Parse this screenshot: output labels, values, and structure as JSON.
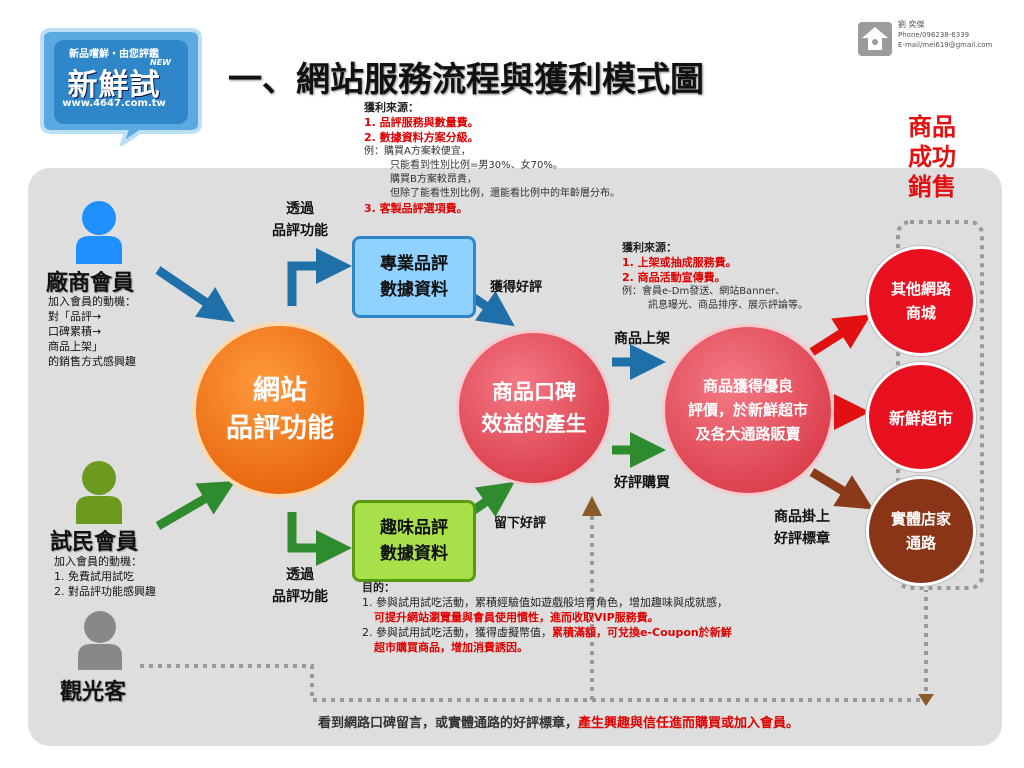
{
  "logo": {
    "line1": "新品嚐鮮・由您評鑑",
    "new_tag": "NEW",
    "brand": "新鮮試",
    "url": "www.4647.com.tw"
  },
  "title": "一、網站服務流程與獲利模式圖",
  "contact": {
    "name": "劉 奕傑",
    "phone": "Phone/096238-6339",
    "email": "E-mail/mei619@gmail.com"
  },
  "profit_top": {
    "heading": "獲利來源：",
    "items": [
      "1. 品評服務與數量費。",
      "2. 數據資料方案分級。"
    ],
    "example": [
      "例：購買A方案較便宜，",
      "只能看到性別比例=男30%、女70%。",
      "購買B方案較昂貴，",
      "但除了能看性別比例，還能看比例中的年齡層分布。"
    ],
    "item3": "3. 客製品評選項費。"
  },
  "profit_mid": {
    "heading": "獲利來源：",
    "items": [
      "1. 上架或抽成服務費。",
      "2. 商品活動宣傳費。"
    ],
    "example": [
      "例：會員e-Dm發送、網站Banner、",
      "訊息曝光、商品排序、展示評論等。"
    ]
  },
  "success_label": [
    "商品",
    "成功",
    "銷售"
  ],
  "members": {
    "vendor": {
      "name": "廠商會員",
      "desc": [
        "加入會員的動機：",
        "對「品評→",
        "口碑累積→",
        "商品上架」",
        "的銷售方式感興趣"
      ]
    },
    "tester": {
      "name": "試民會員",
      "desc": [
        "加入會員的動機：",
        "1. 免費試用試吃",
        "2. 對品評功能感興趣"
      ]
    },
    "visitor": {
      "name": "觀光客"
    }
  },
  "nodes": {
    "website": [
      "網站",
      "品評功能"
    ],
    "pro_data": [
      "專業品評",
      "數據資料"
    ],
    "fun_data": [
      "趣味品評",
      "數據資料"
    ],
    "reputation": [
      "商品口碑",
      "效益的產生"
    ],
    "good_rating": [
      "商品獲得優良",
      "評價，於新鮮超市",
      "及各大通路販賣"
    ],
    "other_mall": [
      "其他網路",
      "商城"
    ],
    "fresh_market": [
      "新鮮超市"
    ],
    "physical_store": [
      "實體店家",
      "通路"
    ]
  },
  "labels": {
    "via_top": [
      "透過",
      "品評功能"
    ],
    "via_bottom": [
      "透過",
      "品評功能"
    ],
    "get_good": "獲得好評",
    "leave_good": "留下好評",
    "listed": "商品上架",
    "good_buy": "好評購買",
    "badge": [
      "商品掛上",
      "好評標章"
    ]
  },
  "purpose": {
    "heading": "目的：",
    "l1a": "1. 參與試用試吃活動，累積經驗值如遊戲般培育角色，增加趣味與成就感，",
    "l1b": "可提升網站瀏覽量與會員使用慣性，進而收取VIP服務費。",
    "l2a": "2. 參與試用試吃活動，獲得虛擬幣值，",
    "l2b": "累積滿額，可兌換e-Coupon於新鮮",
    "l2c": "超市購買商品，增加消費誘因。"
  },
  "bottom": {
    "normal": "看到網路口碑留言，或實體通路的好評標章，",
    "red": "產生興趣與信任進而購買或加入會員。"
  }
}
